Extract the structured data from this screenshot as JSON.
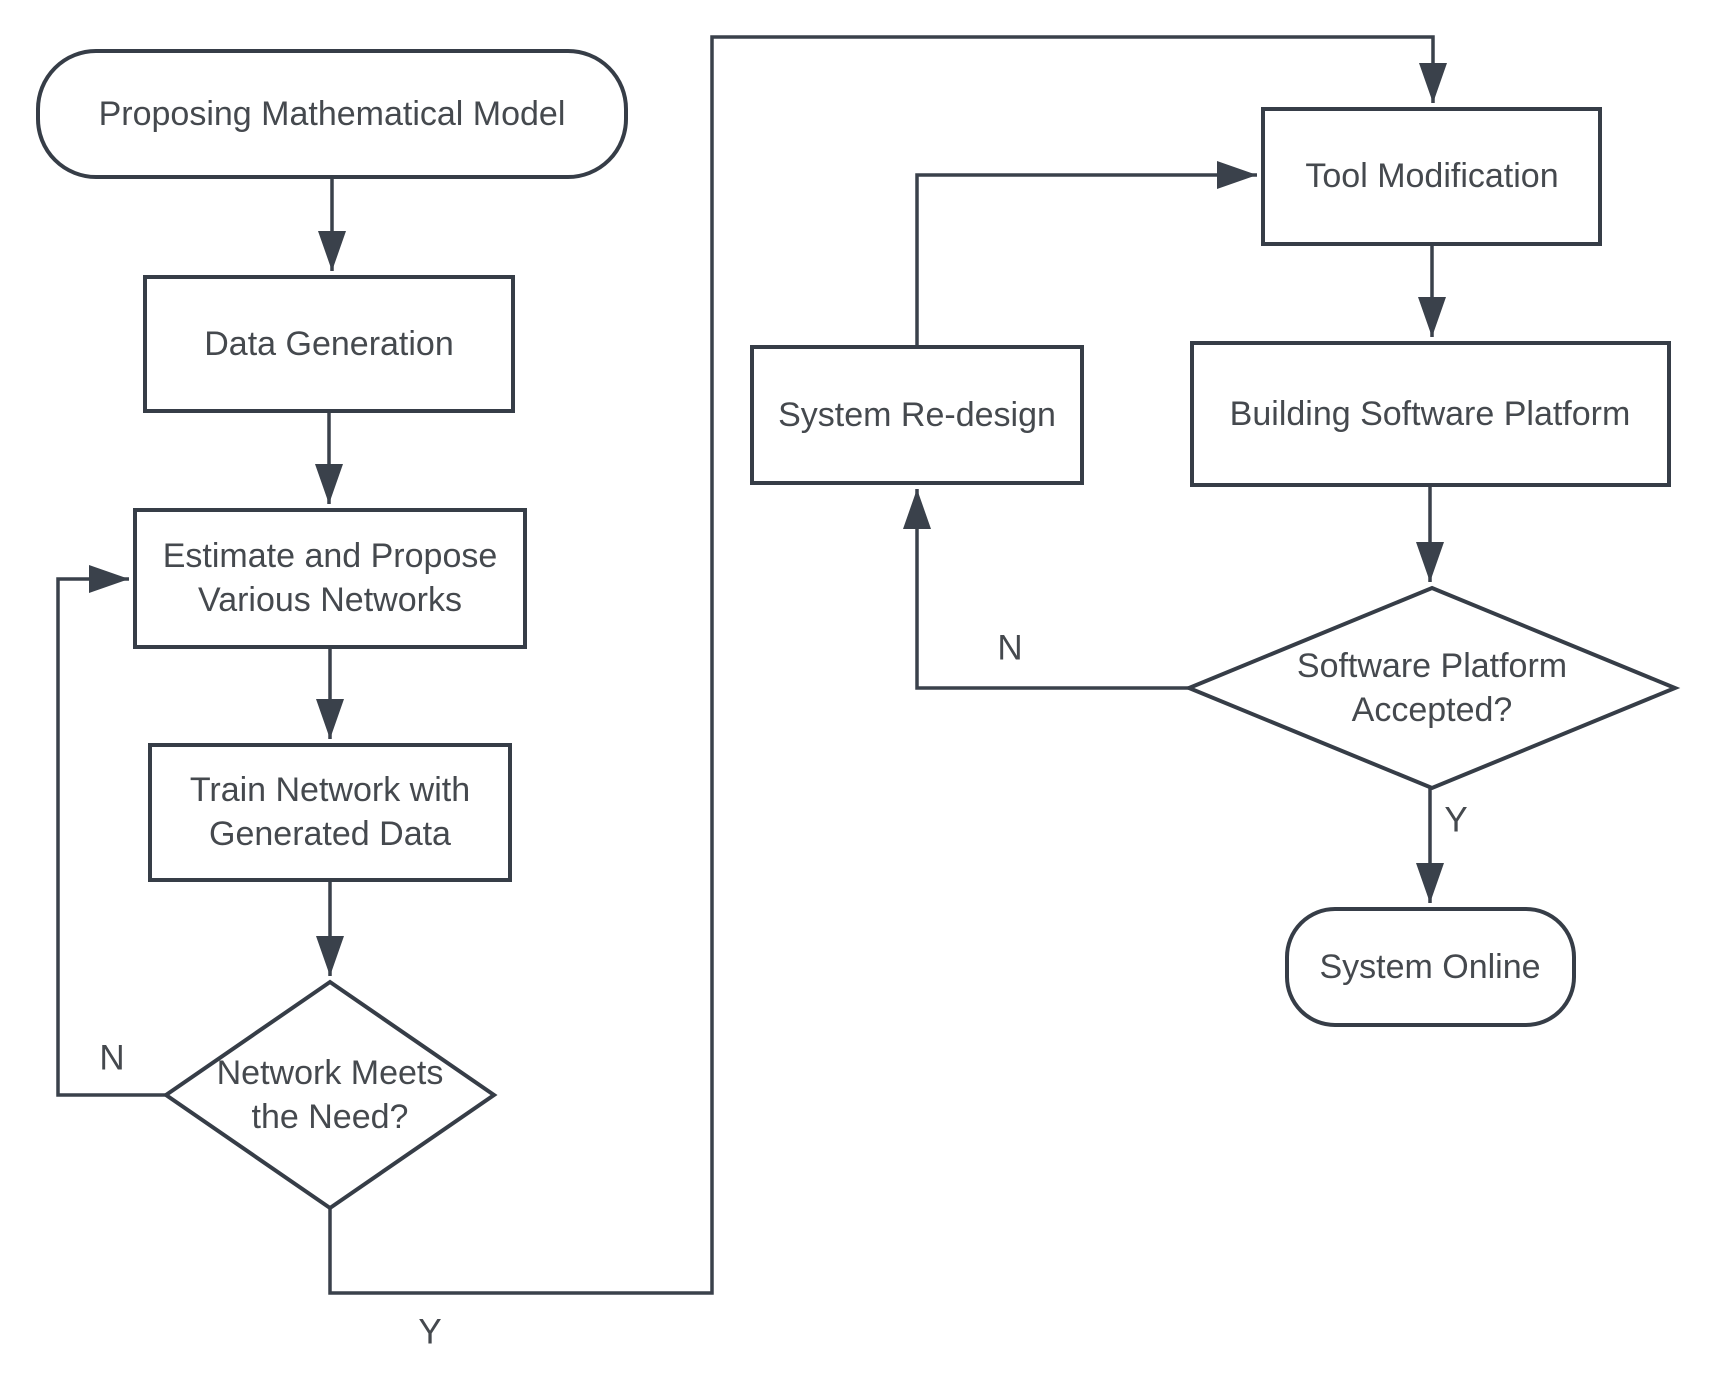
{
  "diagram": {
    "background_color": "#ffffff",
    "line_color": "#3a414b",
    "text_color": "#45494e",
    "nodes": {
      "proposing_model": {
        "type": "terminator",
        "label": "Proposing Mathematical Model"
      },
      "data_generation": {
        "type": "process",
        "label": "Data Generation"
      },
      "estimate_networks": {
        "type": "process",
        "line1": "Estimate and Propose",
        "line2": "Various Networks"
      },
      "train_network": {
        "type": "process",
        "line1": "Train Network with",
        "line2": "Generated Data"
      },
      "network_meets_need": {
        "type": "decision",
        "line1": "Network Meets",
        "line2": "the Need?"
      },
      "tool_modification": {
        "type": "process",
        "label": "Tool Modification"
      },
      "building_platform": {
        "type": "process",
        "label": "Building Software Platform"
      },
      "system_redesign": {
        "type": "process",
        "label": "System Re-design"
      },
      "platform_accepted": {
        "type": "decision",
        "line1": "Software Platform",
        "line2": "Accepted?"
      },
      "system_online": {
        "type": "terminator",
        "label": "System Online"
      }
    },
    "edge_labels": {
      "network_need_no": "N",
      "network_need_yes": "Y",
      "platform_accepted_no": "N",
      "platform_accepted_yes": "Y"
    }
  }
}
